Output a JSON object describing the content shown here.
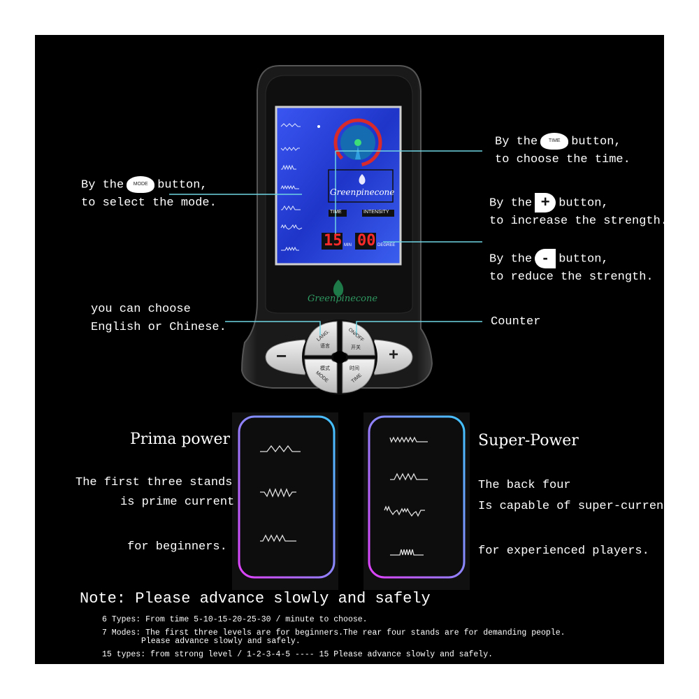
{
  "callouts": {
    "mode": {
      "line1_pre": "By the",
      "chip": "MODE",
      "line1_post": "button,",
      "line2": "to select the mode."
    },
    "time": {
      "line1_pre": "By the",
      "chip": "TIME",
      "line1_post": "button,",
      "line2": "to choose the time."
    },
    "plus": {
      "line1_pre": "By the",
      "chip": "+",
      "line1_post": "button,",
      "line2": "to increase the strength."
    },
    "minus": {
      "line1_pre": "By the",
      "chip": "-",
      "line1_post": "button,",
      "line2": "to reduce the strength."
    },
    "lang": {
      "line1": "you can choose",
      "line2": "English or Chinese."
    },
    "counter": {
      "line1": "Counter"
    }
  },
  "device": {
    "screen": {
      "brand": "Greenpinecone",
      "time_label": "TIME",
      "intensity_label": "INTENSITY",
      "time_value": "15",
      "min_unit": "MIN",
      "degree_value": "00",
      "degree_unit": "DEGREE"
    },
    "logo": "Greenpinecone",
    "buttons": {
      "minus": "−",
      "plus": "+",
      "lang_en": "LANG.",
      "lang_cn": "语言",
      "onoff_en": "ON/OFF",
      "onoff_cn": "开关",
      "mode_cn": "模式",
      "mode_en": "MODE",
      "time_cn": "时间",
      "time_en": "TIME"
    }
  },
  "prima": {
    "title": "Prima power",
    "line1": "The first three stands",
    "line2": "is prime current",
    "line3": "for beginners."
  },
  "super": {
    "title": "Super-Power",
    "line1": "The back four",
    "line2": "Is capable of super-current",
    "line3": "for experienced players."
  },
  "note": {
    "title": "Note: Please advance slowly and safely",
    "line1": "6 Types: From time 5-10-15-20-25-30 / minute to choose.",
    "line2": "7 Modes: The first three levels are for beginners.The rear four stands are for demanding people.",
    "line2b": "Please advance slowly and safely.",
    "line3": "15 types: from strong level / 1-2-3-4-5 ---- 15 Please advance slowly and safely."
  },
  "colors": {
    "background": "#000000",
    "callout_line": "#6fd4e3",
    "screen_blue": "#2a3fd6",
    "led_red": "#ff2a2a",
    "ring_red": "#d82a2a",
    "panel_gradient": [
      "#e040fb",
      "#40c4ff"
    ]
  }
}
